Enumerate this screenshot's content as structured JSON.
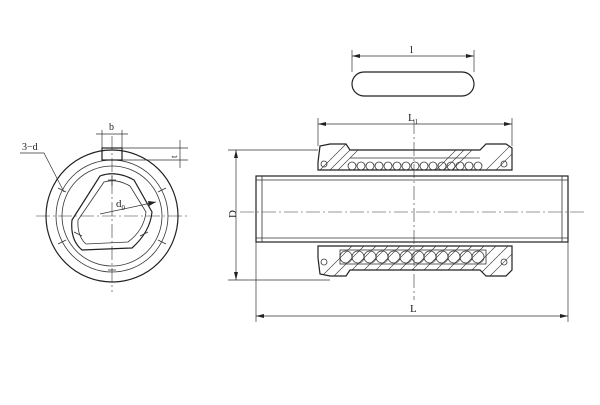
{
  "labels": {
    "b": "b",
    "t": "t",
    "three_d": "3−d",
    "d0_main": "d",
    "d0_sub": "0",
    "D": "D",
    "l": "l",
    "L1_main": "L",
    "L1_sub": "1",
    "L": "L"
  },
  "colors": {
    "line": "#222222",
    "background": "#ffffff"
  }
}
